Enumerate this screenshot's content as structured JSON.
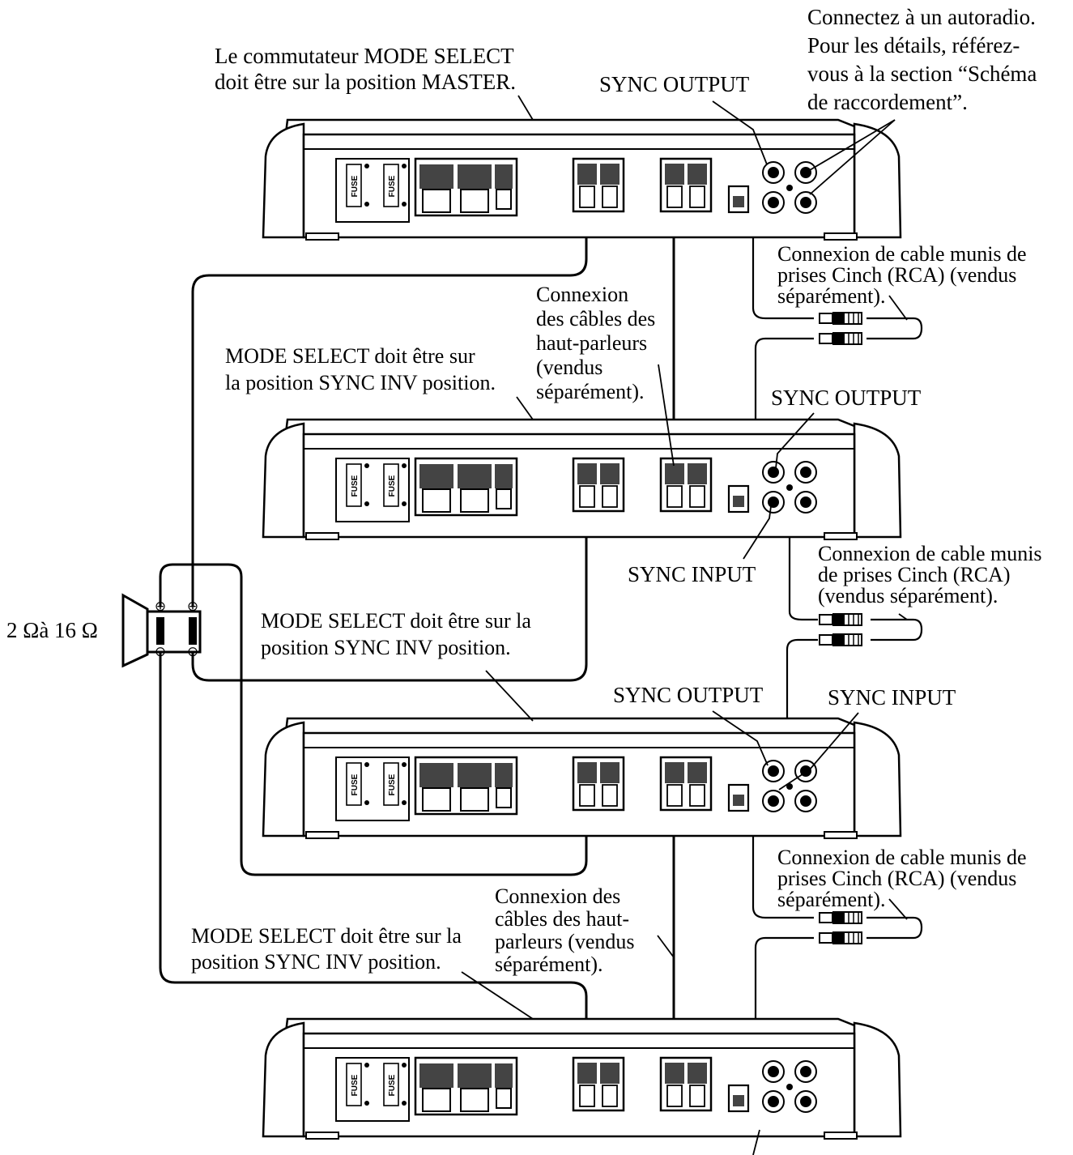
{
  "labels": {
    "amp1_mode": [
      "Le commutateur MODE SELECT",
      "doit être sur la position MASTER."
    ],
    "amp1_sync_output": "SYNC OUTPUT",
    "head_unit_note": [
      "Connectez à un autoradio.",
      "Pour les détails, référez-",
      "vous à la section “Schéma",
      "de raccordement”."
    ],
    "rca_cable_1": [
      "Connexion de cable munis de",
      "prises Cinch (RCA) (vendus",
      "séparément)."
    ],
    "speaker_cable_1": [
      "Connexion",
      "des câbles des",
      "haut-parleurs",
      "(vendus",
      "séparément)."
    ],
    "amp2_mode": [
      "MODE SELECT doit être sur",
      "la position SYNC INV position."
    ],
    "amp2_sync_output": "SYNC OUTPUT",
    "amp2_sync_input": "SYNC INPUT",
    "rca_cable_2": [
      "Connexion de cable munis",
      "de prises Cinch (RCA)",
      "(vendus séparément)."
    ],
    "impedance": "2 Ωà 16 Ω",
    "amp3_mode": [
      "MODE SELECT doit être sur la",
      "position SYNC INV position."
    ],
    "amp3_sync_output": "SYNC OUTPUT",
    "amp3_sync_input": "SYNC INPUT",
    "rca_cable_3": [
      "Connexion de cable munis de",
      "prises Cinch (RCA) (vendus",
      "séparément)."
    ],
    "speaker_cable_2": [
      "Connexion des",
      "câbles des haut-",
      "parleurs (vendus",
      "séparément)."
    ],
    "amp4_mode": [
      "MODE SELECT doit être sur la",
      "position SYNC INV position."
    ]
  },
  "amplifier": {
    "fuse_label": "FUSE"
  },
  "speaker": {
    "plus_symbol": "⊕",
    "minus_symbol": "⊖"
  }
}
